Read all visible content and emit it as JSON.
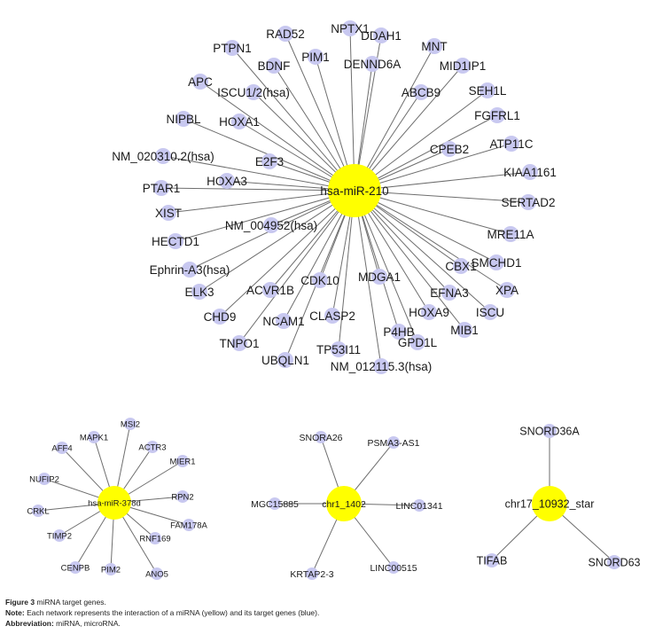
{
  "colors": {
    "hub": "#ffff00",
    "target": "#c8c8f0",
    "edge": "#6e6e6e",
    "text": "#1a1a1a"
  },
  "networks": [
    {
      "hub": "hsa-miR-210",
      "targets": [
        "NPTX1",
        "DDAH1",
        "MNT",
        "MID1IP1",
        "SEH1L",
        "FGFRL1",
        "ATP11C",
        "KIAA1161",
        "SERTAD2",
        "MRE11A",
        "SMCHD1",
        "XPA",
        "ISCU",
        "MIB1",
        "GPD1L",
        "NM_012115.3(hsa)",
        "TP53I11",
        "UBQLN1",
        "TNPO1",
        "CHD9",
        "ELK3",
        "Ephrin-A3(hsa)",
        "HECTD1",
        "XIST",
        "PTAR1",
        "NM_020310.2(hsa)",
        "NIPBL",
        "APC",
        "PTPN1",
        "RAD52",
        "BDNF",
        "PIM1",
        "DENND6A",
        "ABCB9",
        "ISCU1/2(hsa)",
        "HOXA1",
        "CPEB2",
        "E2F3",
        "HOXA3",
        "NM_004952(hsa)",
        "ACVR1B",
        "NCAM1",
        "CDK10",
        "CLASP2",
        "MDGA1",
        "P4HB",
        "HOXA9",
        "EFNA3",
        "CBX1"
      ]
    },
    {
      "hub": "hsa-miR-378d",
      "targets": [
        "MSI2",
        "MAPK1",
        "ACTR3",
        "AFF4",
        "MIER1",
        "NUFIP2",
        "RPN2",
        "CRKL",
        "FAM178A",
        "TIMP2",
        "RNF169",
        "CENPB",
        "PIM2",
        "ANO5"
      ]
    },
    {
      "hub": "chr1_1402",
      "targets": [
        "SNORA26",
        "PSMA3-AS1",
        "MGC15885",
        "LINC01341",
        "KRTAP2-3",
        "LINC00515"
      ]
    },
    {
      "hub": "chr17_10932_star",
      "targets": [
        "SNORD36A",
        "TIFAB",
        "SNORD63"
      ]
    }
  ],
  "caption": {
    "figure_label": "Figure 3",
    "figure_text": " miRNA target genes.",
    "note_label": "Note:",
    "note_text": " Each network represents the interaction of a miRNA (yellow) and its target genes (blue).",
    "abbrev_label": "Abbreviation:",
    "abbrev_text": " miRNA, microRNA."
  }
}
